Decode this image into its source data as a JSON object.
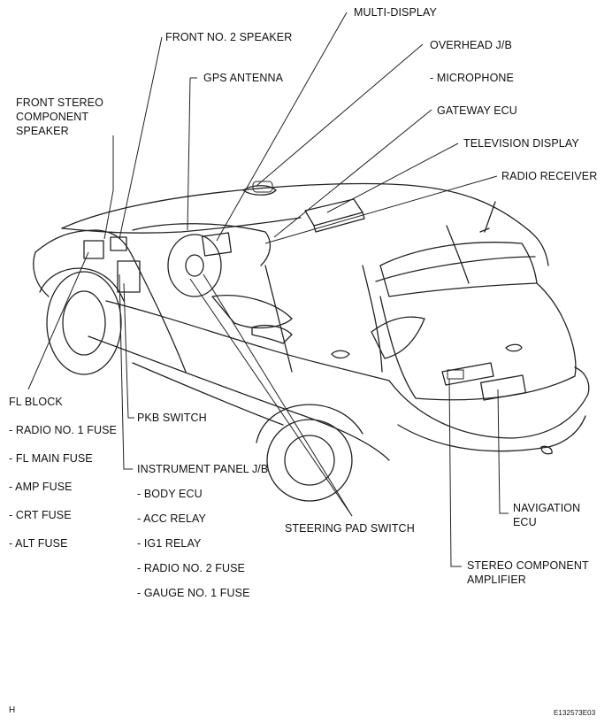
{
  "labels": {
    "multi_display": "MULTI-DISPLAY",
    "front_no2_speaker": "FRONT NO. 2 SPEAKER",
    "overhead_jb": "OVERHEAD J/B",
    "gps_antenna": "GPS ANTENNA",
    "microphone": "- MICROPHONE",
    "front_stereo_line1": "FRONT STEREO",
    "front_stereo_line2": "COMPONENT",
    "front_stereo_line3": "SPEAKER",
    "gateway_ecu": "GATEWAY ECU",
    "television_display": "TELEVISION DISPLAY",
    "radio_receiver": "RADIO RECEIVER",
    "fl_block": "FL BLOCK",
    "radio_no1_fuse": "- RADIO NO. 1 FUSE",
    "fl_main_fuse": "- FL MAIN FUSE",
    "amp_fuse": "- AMP FUSE",
    "crt_fuse": "- CRT FUSE",
    "alt_fuse": "- ALT FUSE",
    "pkb_switch": "PKB SWITCH",
    "instrument_panel_jb": "INSTRUMENT PANEL J/B",
    "body_ecu": "- BODY ECU",
    "acc_relay": "- ACC RELAY",
    "ig1_relay": "- IG1 RELAY",
    "radio_no2_fuse": "- RADIO NO. 2 FUSE",
    "gauge_no1_fuse": "- GAUGE NO. 1 FUSE",
    "steering_pad_switch": "STEERING PAD SWITCH",
    "navigation_line1": "NAVIGATION",
    "navigation_line2": "ECU",
    "stereo_amp_line1": "STEREO COMPONENT",
    "stereo_amp_line2": "AMPLIFIER",
    "corner_left": "H",
    "corner_right": "E132573E03"
  }
}
